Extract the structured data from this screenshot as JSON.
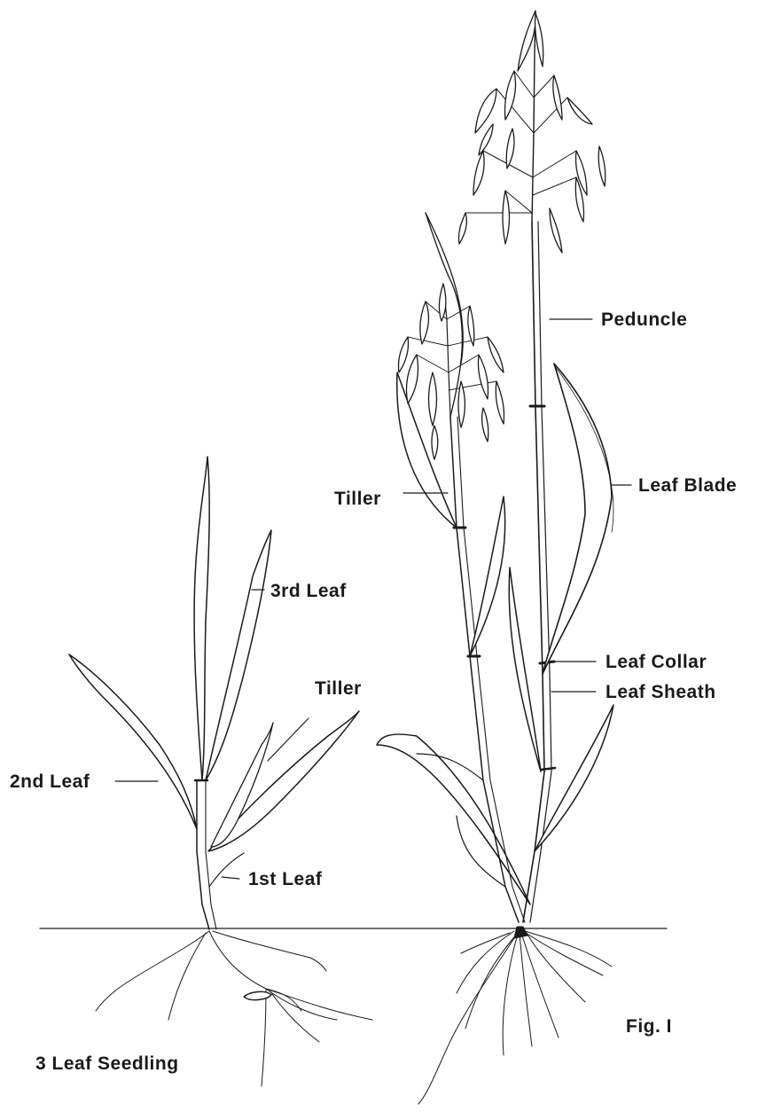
{
  "labels": {
    "peduncle": "Peduncle",
    "leaf_blade": "Leaf Blade",
    "tiller_mature": "Tiller",
    "leaf_collar": "Leaf Collar",
    "leaf_sheath": "Leaf Sheath",
    "third_leaf": "3rd Leaf",
    "tiller_seedling": "Tiller",
    "second_leaf": "2nd Leaf",
    "first_leaf": "1st Leaf",
    "seedling_caption": "3 Leaf Seedling",
    "figure_caption": "Fig. I"
  },
  "colors": {
    "ink": "#1a1a1a",
    "paper": "#ffffff"
  }
}
